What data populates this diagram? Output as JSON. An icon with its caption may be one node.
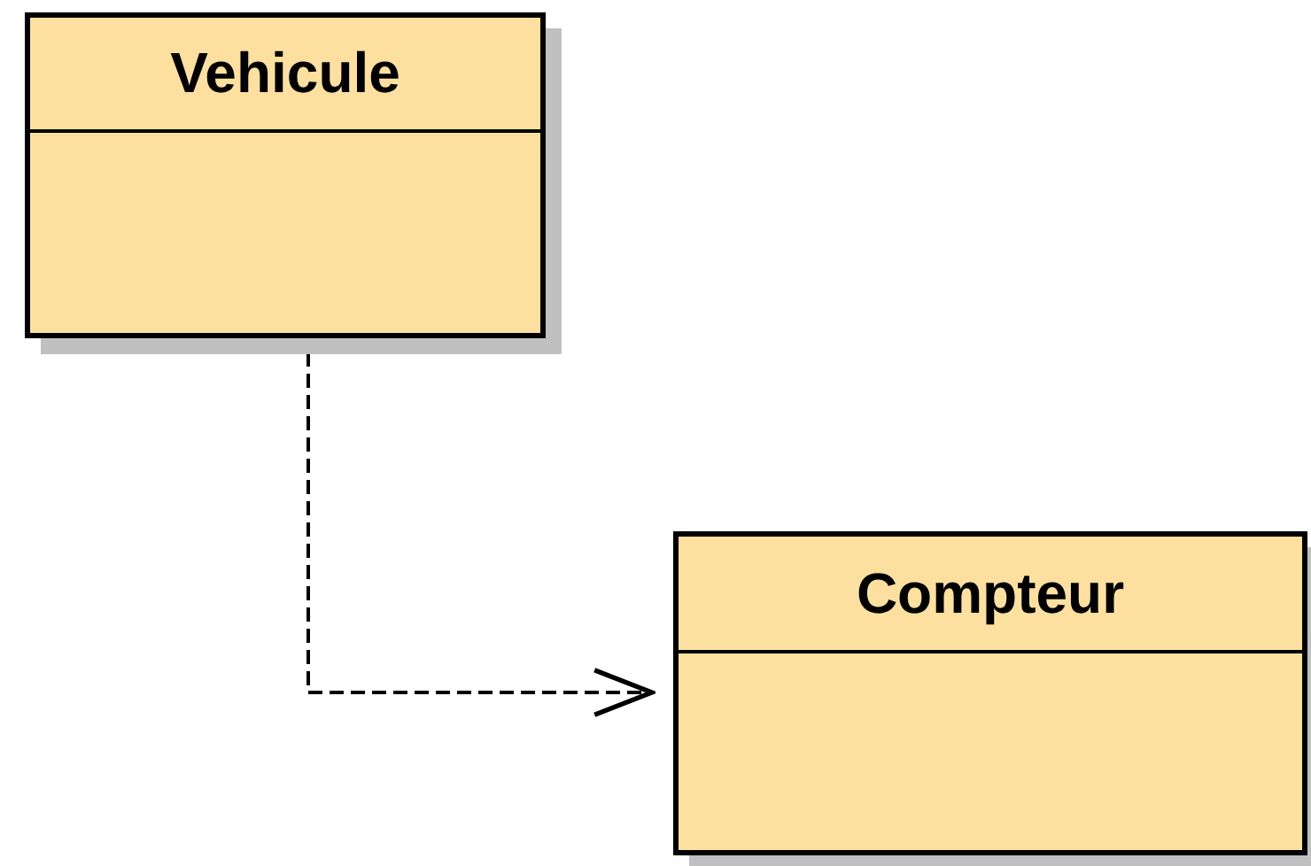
{
  "diagram": {
    "nodes": [
      {
        "text": [
          "Vehicule"
        ]
      },
      {
        "text": [
          "Compteur"
        ]
      }
    ],
    "edges": [
      {
        "from": 0,
        "to": 1,
        "arrow": "to",
        "style": "dashed"
      }
    ]
  }
}
